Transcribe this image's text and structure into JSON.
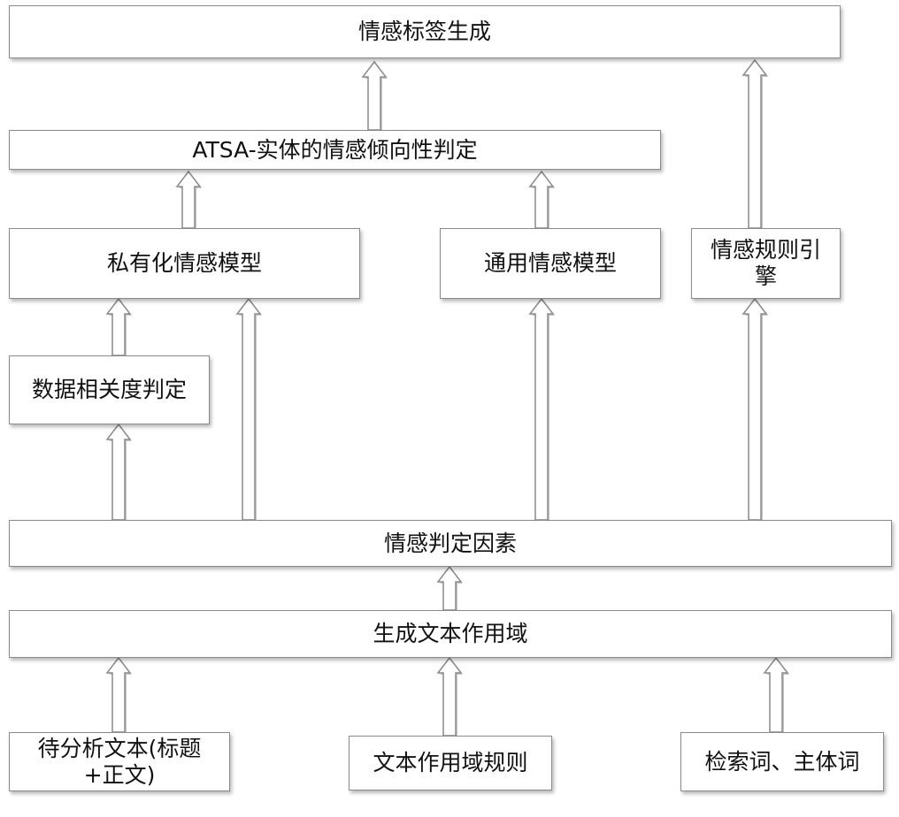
{
  "diagram": {
    "nodes": {
      "label_generation": "情感标签生成",
      "atsa": "ATSA-实体的情感倾向性判定",
      "private_model": "私有化情感模型",
      "general_model": "通用情感模型",
      "rule_engine": "情感规则引擎",
      "data_relevance": "数据相关度判定",
      "factors": "情感判定因素",
      "scope": "生成文本作用域",
      "input_text": "待分析文本(标题+正文)",
      "scope_rules": "文本作用域规则",
      "keywords": "检索词、主体词"
    }
  }
}
